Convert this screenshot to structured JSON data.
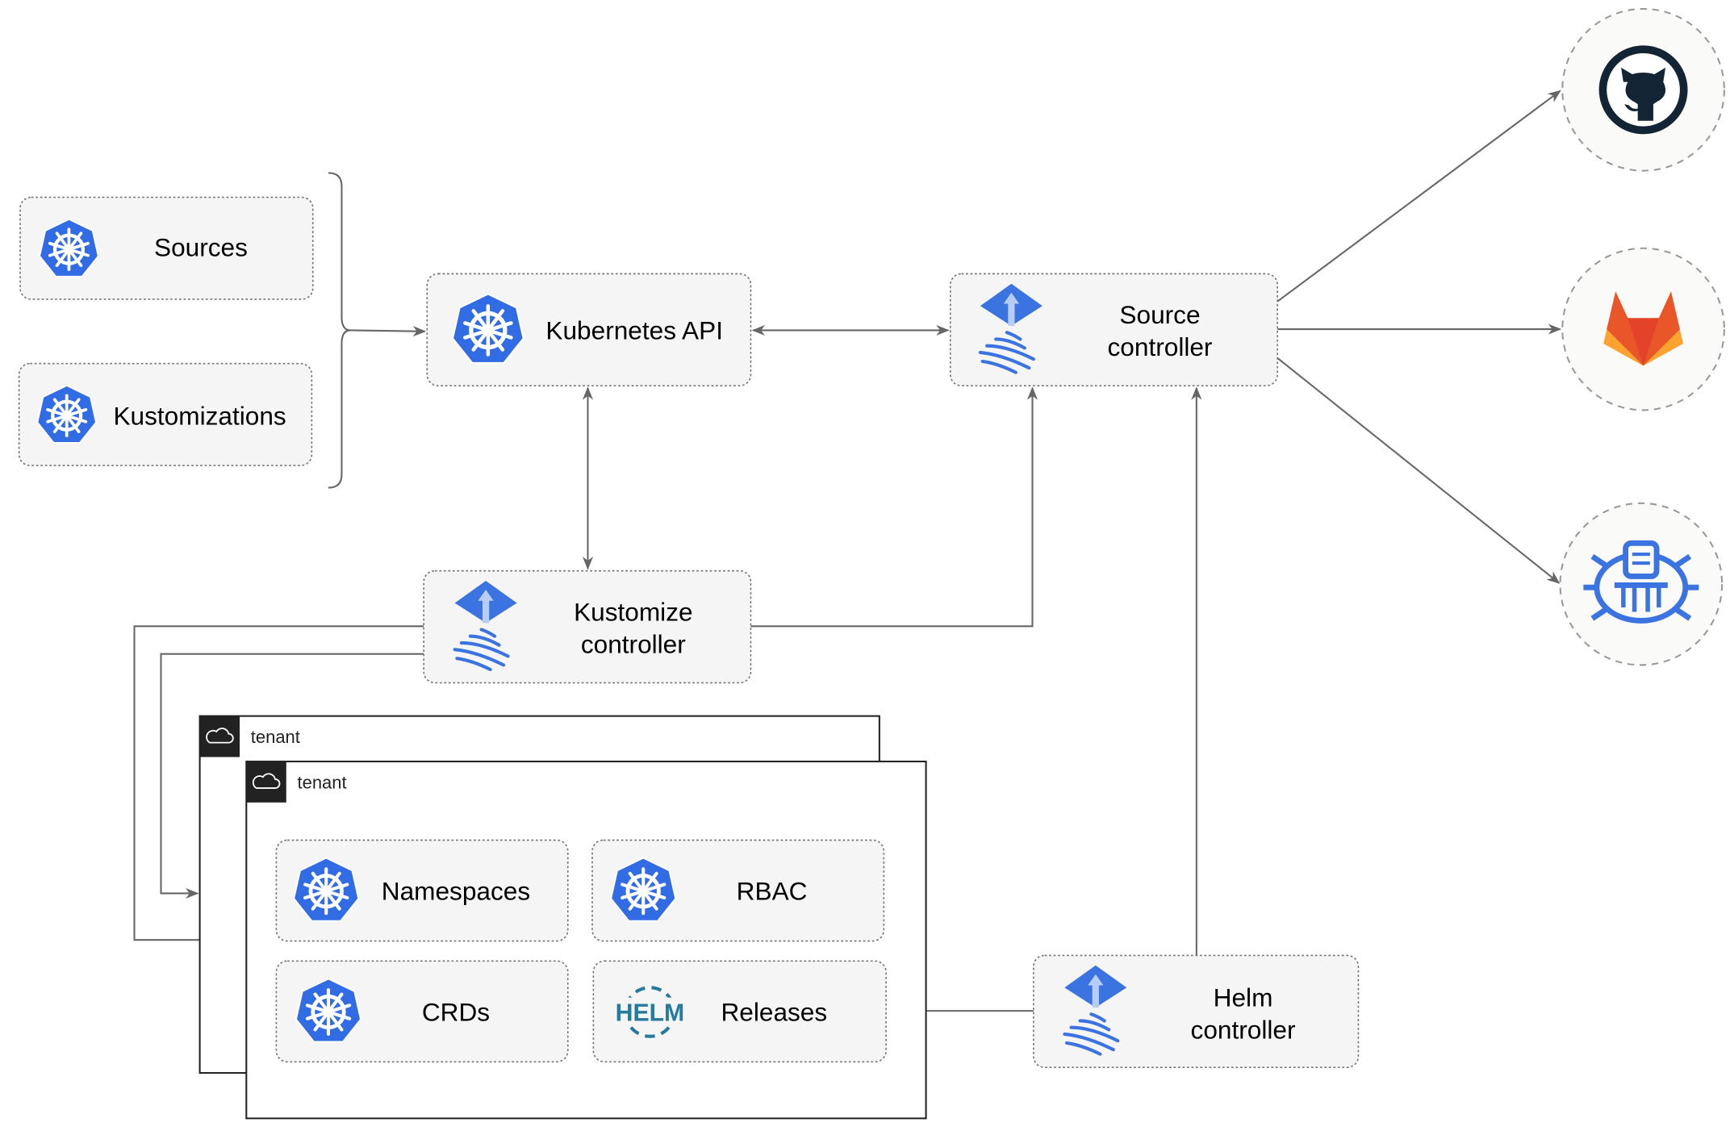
{
  "nodes": {
    "sources": "Sources",
    "kustomizations": "Kustomizations",
    "kubernetes_api": "Kubernetes API",
    "source_controller": [
      "Source",
      "controller"
    ],
    "kustomize_controller": [
      "Kustomize",
      "controller"
    ],
    "helm_controller": [
      "Helm",
      "controller"
    ],
    "namespaces": "Namespaces",
    "rbac": "RBAC",
    "crds": "CRDs",
    "releases": "Releases"
  },
  "tenants": [
    {
      "label": "tenant"
    },
    {
      "label": "tenant"
    }
  ],
  "logos": {
    "helm": "HELM",
    "external": [
      "github-icon",
      "gitlab-icon",
      "harbor-icon"
    ]
  },
  "colors": {
    "kubernetes_blue": "#326ce5",
    "flux_blue": "#3b74e0",
    "helm_blue": "#277a9f",
    "github_dark": "#132535",
    "gitlab_orange": "#e8562a",
    "gitlab_light": "#fba230",
    "edge": "#666666"
  }
}
